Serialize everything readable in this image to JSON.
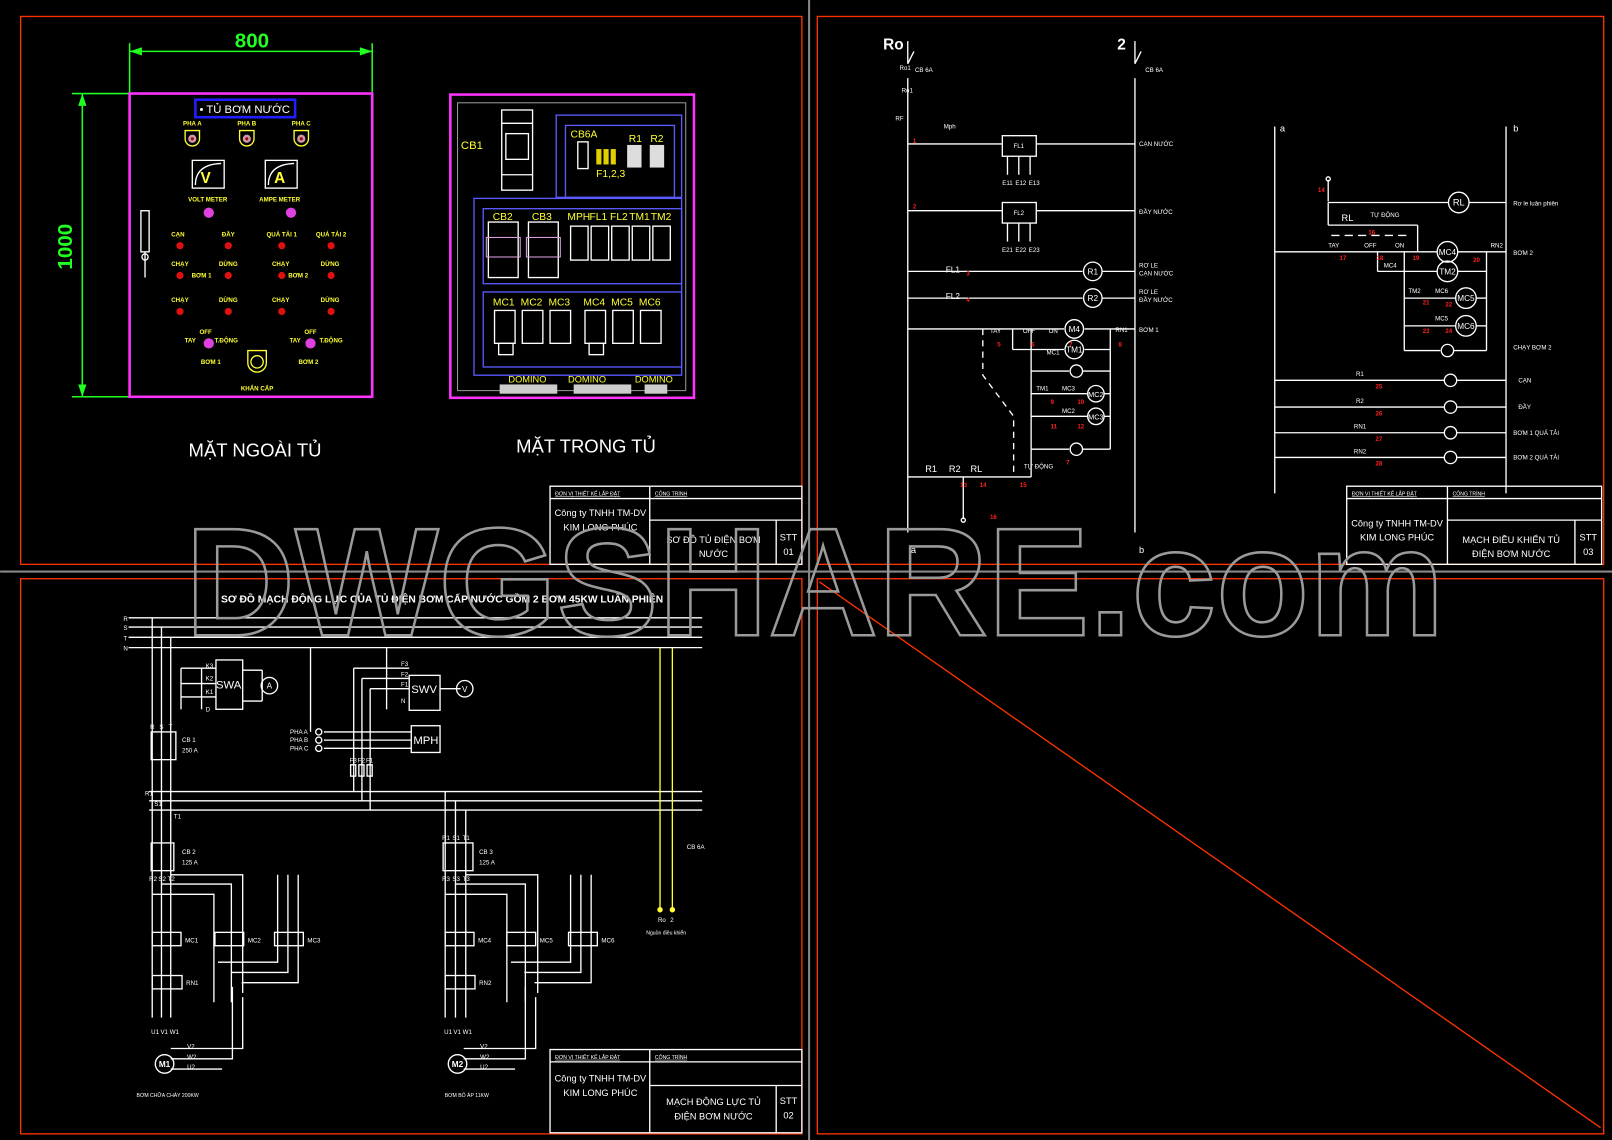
{
  "watermark": "DWGSHARE.com",
  "sheet1": {
    "dim_width": "800",
    "dim_height": "1000",
    "front_title": "• TỦ BƠM NƯỚC",
    "phase_lamps": [
      "PHA A",
      "PHA B",
      "PHA C"
    ],
    "meters": {
      "volt_symbol": "V",
      "amp_symbol": "A",
      "volt_label": "VOLT METER",
      "amp_label": "AMPE METER"
    },
    "indicators_row1": [
      "CẠN",
      "ĐẦY",
      "QUÁ TẢI 1",
      "QUÁ TẢI 2"
    ],
    "indicators_row2": [
      "CHẠY",
      "DỪNG",
      "CHẠY",
      "DỪNG"
    ],
    "indicators_row3": [
      "CHẠY",
      "DỪNG",
      "CHẠY",
      "DỪNG"
    ],
    "pump1": "BƠM 1",
    "pump2": "BƠM 2",
    "selector": {
      "off": "OFF",
      "manual": "TAY",
      "auto": "T.ĐỘNG"
    },
    "emergency": "KHẨN CẤP",
    "inside": {
      "cb1": "CB1",
      "cb6a": "CB6A",
      "r1": "R1",
      "r2": "R2",
      "fuses": "F1,2,3",
      "cb2": "CB2",
      "cb3": "CB3",
      "devices": [
        "MPH",
        "FL1",
        "FL2",
        "TM1",
        "TM2"
      ],
      "contactors": [
        "MC1",
        "MC2",
        "MC3",
        "MC4",
        "MC5",
        "MC6"
      ],
      "domino": "DOMINO"
    },
    "caption_front": "MẶT NGOÀI TỦ",
    "caption_inside": "MẶT TRONG TỦ",
    "titleblock": {
      "company_hdr": "ĐƠN VỊ THIẾT KẾ LẮP ĐẶT",
      "name_hdr": "CÔNG TRÌNH",
      "company1": "Công ty TNHH TM-DV",
      "company2": "KIM LONG PHÚC",
      "title1": "SƠ ĐỒ TỦ ĐIỆN BƠM",
      "title2": "NƯỚC",
      "stt": "STT",
      "num": "01"
    }
  },
  "sheet2": {
    "rail_left": "Ro",
    "rail_right": "2",
    "cb": "CB 6A",
    "ro1": "Ro1",
    "rf": "RF",
    "mph": "Mph",
    "fl1": "FL1",
    "fl2": "FL2",
    "probes1": [
      "E11",
      "E12",
      "E13"
    ],
    "probes2": [
      "E21",
      "E22",
      "E23"
    ],
    "right_labels": [
      "CẠN NƯỚC",
      "ĐẦY NƯỚC",
      "RƠ LE",
      "CẠN NƯỚC",
      "RƠ LE",
      "ĐẦY NƯỚC",
      "BƠM 1"
    ],
    "contacts": {
      "fl1": "FL1",
      "fl2": "FL2",
      "tay": "TAY",
      "off": "OFF",
      "on": "ON",
      "mc1": "MC1",
      "tm1": "TM1",
      "mc3": "MC3",
      "mc2": "MC2",
      "rn1": "RN1",
      "r1": "R1",
      "r2": "R2",
      "rl": "RL",
      "auto": "TỰ ĐỘNG"
    },
    "coils": {
      "r1": "R1",
      "r2": "R2",
      "m4": "M4",
      "tm1": "TM1",
      "mc2": "MC2",
      "mc3": "MC3"
    },
    "wire_numbers": [
      "1",
      "2",
      "3",
      "4",
      "5",
      "6",
      "7",
      "8",
      "9",
      "10",
      "11",
      "12",
      "7",
      "13",
      "14",
      "15",
      "16"
    ],
    "end_a": "a",
    "end_b": "b",
    "right": {
      "end_a": "a",
      "end_b": "b",
      "rl_coil": "RL",
      "rl_label": "Rơ le luân phiên",
      "rl_contact": "RL",
      "auto": "TỰ ĐỘNG",
      "tay": "TAY",
      "off": "OFF",
      "on": "ON",
      "mc4": "MC4",
      "rn2": "RN2",
      "coils": [
        "MC4",
        "TM2",
        "MC5",
        "MC6"
      ],
      "tm2": "TM2",
      "mc6c": "MC6",
      "mc5c": "MC5",
      "labels": [
        "BƠM 2",
        "CHẠY BƠM 2",
        "CẠN",
        "ĐẦY",
        "BƠM 1 QUÁ TẢI",
        "BƠM 2 QUÁ TẢI"
      ],
      "contacts": [
        "R1",
        "R2",
        "RN1",
        "RN2"
      ],
      "wire_numbers": [
        "14",
        "16",
        "17",
        "18",
        "19",
        "20",
        "21",
        "22",
        "23",
        "24",
        "25",
        "26",
        "27",
        "28"
      ]
    },
    "titleblock": {
      "company_hdr": "ĐƠN VỊ THIẾT KẾ LẮP ĐẶT",
      "name_hdr": "CÔNG TRÌNH",
      "company1": "Công ty TNHH TM-DV",
      "company2": "KIM LONG PHÚC",
      "title1": "MẠCH ĐIỀU KHIỂN TỦ",
      "title2": "ĐIỆN BƠM NƯỚC",
      "stt": "STT",
      "num": "03"
    }
  },
  "sheet3": {
    "title": "SƠ ĐỒ MẠCH ĐỘNG LỰC CỦA TỦ  ĐIỆN BƠM CẤP NƯỚC GỒM 2 BƠM 45KW LUÂN PHIÊN",
    "buses": [
      "R",
      "S",
      "T",
      "N"
    ],
    "swa": "SWA",
    "swv": "SWV",
    "mph": "MPH",
    "ammeter": "A",
    "voltmeter": "V",
    "ct_labels": [
      "K3",
      "K2",
      "K1",
      "D"
    ],
    "swv_labels": [
      "F3",
      "F2",
      "F1",
      "N"
    ],
    "phase_labels": [
      "PHA A",
      "PHA B",
      "PHA C"
    ],
    "fuse_labels": [
      "F3",
      "F2",
      "F1"
    ],
    "cb1": "CB 1",
    "cb1_rating": "250 A",
    "cb1_in": [
      "R",
      "S",
      "T"
    ],
    "lower_bus": [
      "R1",
      "S1",
      "T1"
    ],
    "cb2": "CB 2",
    "cb2_rating": "125 A",
    "cb2_out": [
      "R2",
      "S2",
      "T2"
    ],
    "cb3": "CB 3",
    "cb3_rating": "125 A",
    "cb3_in": [
      "R1",
      "S1",
      "T1"
    ],
    "cb3_out": [
      "R3",
      "S3",
      "T3"
    ],
    "contactors": [
      "MC1",
      "MC2",
      "MC3",
      "MC4",
      "MC5",
      "MC6"
    ],
    "overloads": [
      "RN1",
      "RN2"
    ],
    "motor_terms": [
      "U1",
      "V1",
      "W1"
    ],
    "motor_terms2": [
      "V2",
      "W2",
      "U2"
    ],
    "motors": [
      "M1",
      "M2"
    ],
    "motor_labels": [
      "BƠM CHỮA CHÁY 200KW",
      "BƠM BỔ ÁP 11KW"
    ],
    "cb6a": "CB 6A",
    "ctrl_terms": [
      "Ro",
      "2"
    ],
    "ctrl_label": "Nguồn điều khiển",
    "titleblock": {
      "company_hdr": "ĐƠN VỊ THIẾT KẾ LẮP ĐẶT",
      "name_hdr": "CÔNG TRÌNH",
      "company1": "Công ty TNHH TM-DV",
      "company2": "KIM LONG PHÚC",
      "title1": "MẠCH ĐỘNG LỰC TỦ",
      "title2": "ĐIỆN BƠM NƯỚC",
      "stt": "STT",
      "num": "02"
    }
  },
  "colors": {
    "background": "#000000",
    "frame": "#ff3300",
    "cabinet": "#ff33ff",
    "label": "#ffff33",
    "wire_number": "#ff2020",
    "dimension": "#22ff22",
    "panel_border": "#5a5aff"
  }
}
